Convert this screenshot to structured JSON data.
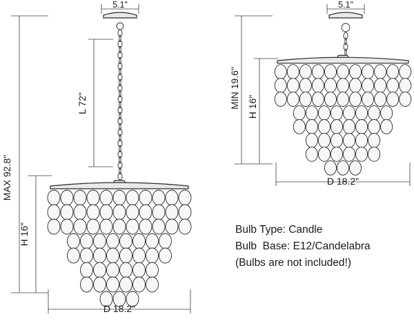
{
  "left_view": {
    "canopy_width": "5.1\"",
    "max_height": "MAX 92.8\"",
    "chain_length": "L 72\"",
    "body_height": "H 16\"",
    "diameter": "D 18.2\""
  },
  "right_view": {
    "canopy_width": "5.1\"",
    "min_height": "MIN 19.6\"",
    "body_height": "H 16\"",
    "diameter": "D 18.2\""
  },
  "notes": [
    "Bulb Type: Candle",
    "Bulb  Base: E12/Candelabra",
    "(Bulbs are not included!)"
  ]
}
